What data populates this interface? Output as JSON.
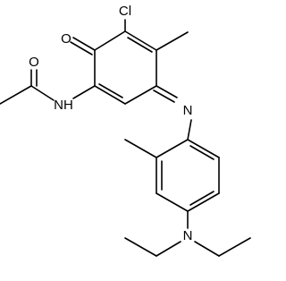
{
  "molecule": {
    "atoms": [
      {
        "id": "cl",
        "symbol": "Cl"
      },
      {
        "id": "o_ring",
        "symbol": "O"
      },
      {
        "id": "o_acetyl",
        "symbol": "O"
      },
      {
        "id": "nh",
        "symbol": "NH"
      },
      {
        "id": "n_imine",
        "symbol": "N"
      },
      {
        "id": "n_amine",
        "symbol": "N"
      }
    ]
  },
  "colors": {
    "bond": "#000000",
    "label": "#000000",
    "background": "#ffffff"
  }
}
